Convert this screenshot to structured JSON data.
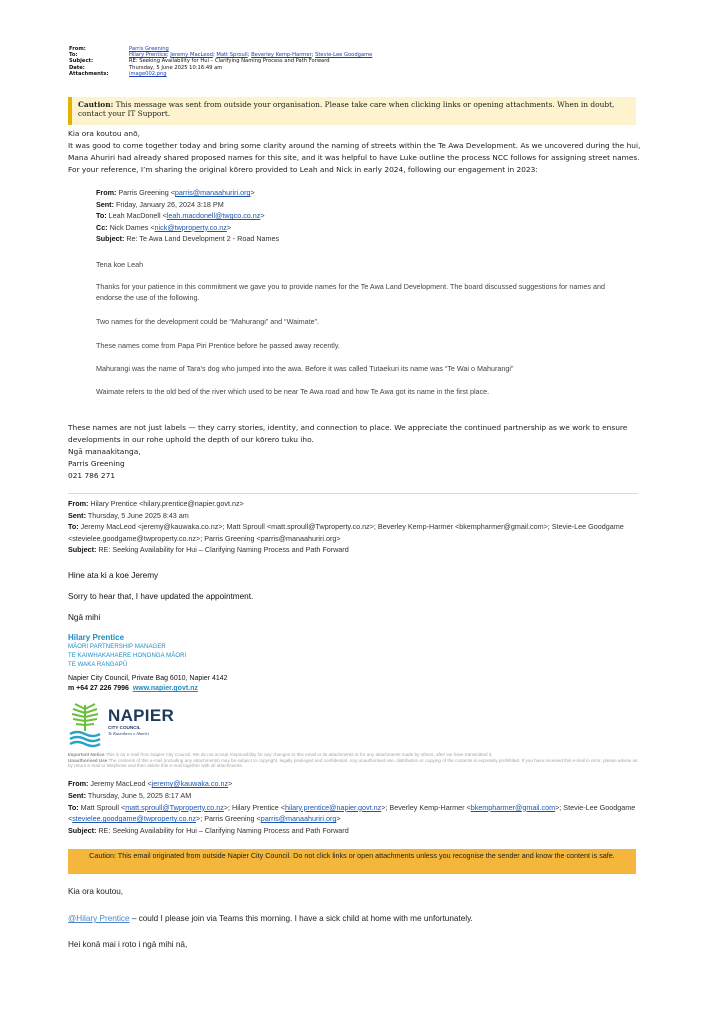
{
  "header": {
    "from_label": "From:",
    "from_value": "Parris Greening",
    "to_label": "To:",
    "to_values": [
      "Hilary Prentice",
      "Jeremy MacLeod",
      "Matt Sproull",
      "Beverley Kemp-Harmer",
      "Stevie-Lee Goodgame"
    ],
    "to_sep": "; ",
    "subject_label": "Subject:",
    "subject_value": "RE: Seeking Availability for Hui – Clarifying Naming Process and Path Forward",
    "date_label": "Date:",
    "date_value": "Thursday, 5 June 2025 10:16:49 am",
    "attachments_label": "Attachments:",
    "attachments_value": "image002.png"
  },
  "caution_banner": {
    "bold": "Caution:",
    "text": " This message was sent from outside your organisation. Please take care when clicking links or opening attachments. When in doubt, contact your IT Support."
  },
  "email1": {
    "greeting": "Kia ora koutou anō,",
    "para1": "It was good to come together today and bring some clarity around the naming of streets within the Te Awa Development. As we uncovered during the hui, Mana Ahuriri had already shared proposed names for this site, and it was helpful to have Luke outline the process NCC follows for assigning street names.",
    "para2": "For your reference, I’m sharing the original kōrero provided to Leah and Nick in early 2024, following our engagement in 2023:"
  },
  "quoted": {
    "from_label": "From:",
    "from_name": " Parris Greening <",
    "from_email": "parris@manaahuriri.org",
    "from_end": ">",
    "sent_label": "Sent:",
    "sent_value": " Friday, January 26, 2024 3:18 PM",
    "to_label": "To:",
    "to_name": " Leah MacDonell <",
    "to_email": "leah.macdonell@twgco.co.nz",
    "to_end": ">",
    "cc_label": "Cc:",
    "cc_name": " Nick Dames <",
    "cc_email": "nick@twproperty.co.nz",
    "cc_end": ">",
    "subject_label": "Subject:",
    "subject_value": " Re: Te Awa Land Development 2 - Road Names",
    "p_greeting": "Tena koe Leah",
    "p1": "Thanks for your patience in this commitment we gave you to provide names for the Te Awa Land Development. The board discussed suggestions for names and endorse the use of the following.",
    "p2": "Two names for the development could be “Mahurangi” and “Waimate”.",
    "p3": "These names come from Papa Piri Prentice before he passed away recently.",
    "p4": "Mahurangi was the name of Tara’s dog who jumped into the awa. Before it was called Tutaekuri its name was “Te Wai o Mahurangi”",
    "p5": "Waimate refers to the old bed of the river which used to be near Te Awa road and how Te Awa got its name in the first place."
  },
  "email1_end": {
    "para3": "These names are not just labels — they carry stories, identity, and connection to place. We appreciate the continued partnership as we work to ensure developments in our rohe uphold the depth of our kōrero tuku iho.",
    "signoff": "Ngā manaakitanga,",
    "name": "Parris Greening",
    "phone": "021 786 271"
  },
  "email2": {
    "from_label": "From:",
    "from_value": " Hilary Prentice <hilary.prentice@napier.govt.nz>",
    "sent_label": "Sent:",
    "sent_value": " Thursday, 5 June 2025 8:43 am",
    "to_label": "To:",
    "to_value": " Jeremy MacLeod <jeremy@kauwaka.co.nz>; Matt Sproull <matt.sproull@Twproperty.co.nz>; Beverley Kemp-Harmer <bkempharmer@gmail.com>; Stevie-Lee Goodgame <stevielee.goodgame@twproperty.co.nz>; Parris Greening <parris@manaahuriri.org>",
    "subject_label": "Subject:",
    "subject_value": " RE: Seeking Availability for Hui – Clarifying Naming Process and Path Forward",
    "line1": "Hine ata ki a koe Jeremy",
    "line2": "Sorry to hear that, I have updated the appointment.",
    "line3": "Ngā mihi"
  },
  "signature": {
    "name": "Hilary Prentice",
    "title1": "MĀORI PARTNERSHIP MANAGER",
    "title2": "TE KAIWHAKAHAERE HONONGA MĀORI",
    "title3": "TE WAKA RANGAPŪ",
    "address": "Napier City Council, Private Bag 6010, Napier 4142",
    "phone": "m +64 27 226 7996",
    "website": "www.napier.govt.nz",
    "logo_main": "NAPIER",
    "logo_sub": "CITY COUNCIL",
    "logo_tag": "Te Kaunihera o Ahuriri"
  },
  "notice": {
    "important_label": "Important Notice",
    "important_text": " This is an e-mail from Napier City Council. We do not accept responsibility for any changes to this email or its attachments or for any attachments made by others, after we have transmitted it.",
    "unauth_label": "Unauthorised Use",
    "unauth_text": " The contents of this e-mail (including any attachments) may be subject to copyright, legally privileged and confidential. Any unauthorised use, distribution or copying of the contents is expressly prohibited. If you have received this e-mail in error, please advise us by return e-mail or telephone and then delete this e-mail together with all attachments."
  },
  "email3": {
    "from_label": "From:",
    "from_name": " Jeremy MacLeod <",
    "from_email": "jeremy@kauwaka.co.nz",
    "from_end": ">",
    "sent_label": "Sent:",
    "sent_value": " Thursday, June 5, 2025 8:17 AM",
    "to_label": "To:",
    "to_p1": " Matt Sproull <",
    "to_e1": "matt.sproull@Twproperty.co.nz",
    "to_p2": ">; Hilary Prentice <",
    "to_e2": "hilary.prentice@napier.govt.nz",
    "to_p3": ">; Beverley Kemp-Harmer <",
    "to_e3": "bkempharmer@gmail.com",
    "to_p4": ">; Stevie-Lee Goodgame <",
    "to_e4": "stevielee.goodgame@twproperty.co.nz",
    "to_p5": ">; Parris Greening <",
    "to_e5": "parris@manaahuriri.org",
    "to_p6": ">",
    "subject_label": "Subject:",
    "subject_value": " RE: Seeking Availability for Hui – Clarifying Naming Process and Path Forward",
    "caution": "Caution: This email originated from outside Napier City Council. Do not click links or open attachments unless you recognise the sender and know the content is safe.",
    "greeting": "Kia ora koutou,",
    "mention": "@Hilary Prentice",
    "msg": " – could I please join via Teams this morning. I have a sick child at home with me unfortunately.",
    "closing": "Hei konā mai i roto i ngā mihi nā,"
  }
}
